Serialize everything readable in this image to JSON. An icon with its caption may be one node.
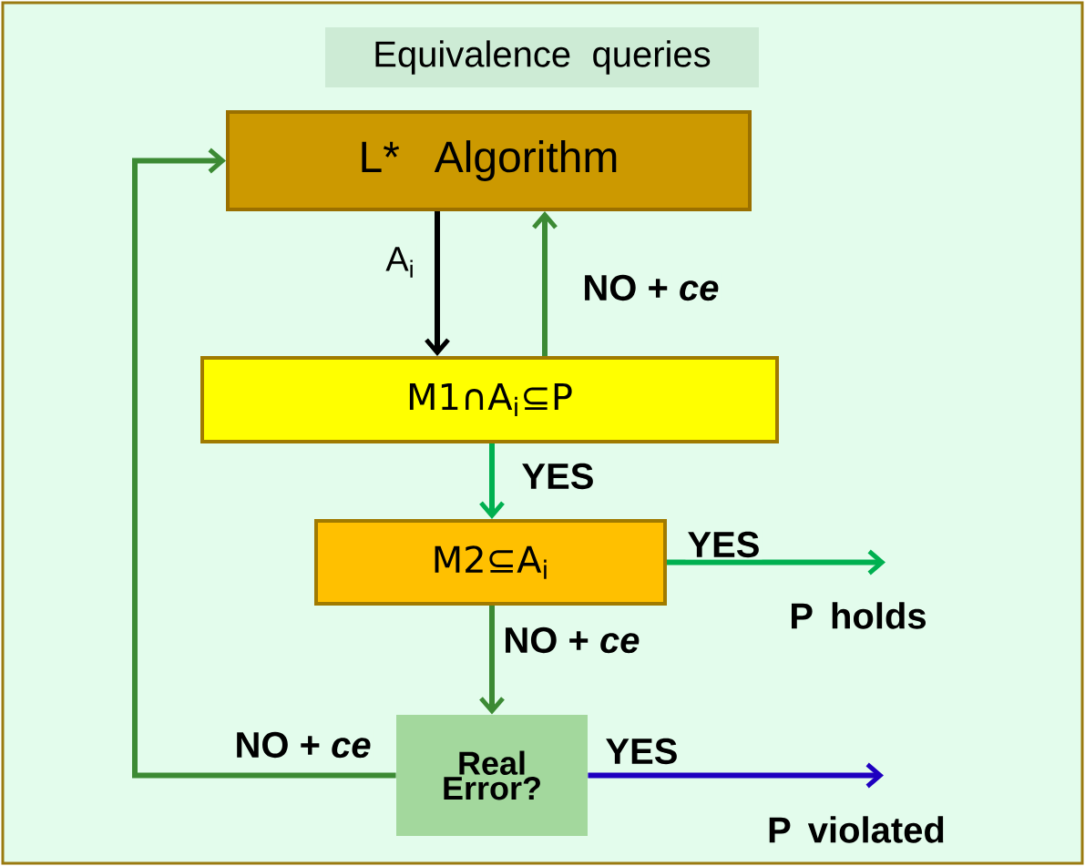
{
  "diagram": {
    "nodes": [
      {
        "text": [
          "Equivalence queries"
        ]
      },
      {
        "text": [
          "L* Algorithm"
        ]
      },
      {
        "text": [
          "M1∩A$_{i}$⊆P"
        ]
      },
      {
        "text": [
          "M2⊆A$_{i}$"
        ]
      },
      {
        "text": [
          "Real Error?"
        ]
      },
      {
        "text": [
          "P holds"
        ]
      },
      {
        "text": [
          "P violated"
        ]
      }
    ],
    "edges": [
      {
        "from": 1,
        "to": 2,
        "arrow": "to",
        "label": "A$_{i}$",
        "color": "#000000"
      },
      {
        "from": 2,
        "to": 1,
        "arrow": "to",
        "label": "NO + *ce*"
      },
      {
        "from": 2,
        "to": 3,
        "arrow": "to",
        "label": "YES",
        "color": "#00b050"
      },
      {
        "from": 3,
        "to": 5,
        "arrow": "to",
        "label": "YES",
        "color": "#00b050"
      },
      {
        "from": 3,
        "to": 4,
        "arrow": "to",
        "label": "NO + *ce*"
      },
      {
        "from": 4,
        "to": 1,
        "arrow": "to",
        "label": "NO + *ce*"
      },
      {
        "from": 4,
        "to": 6,
        "arrow": "to",
        "label": "YES",
        "color": "#1f00c0"
      }
    ]
  }
}
